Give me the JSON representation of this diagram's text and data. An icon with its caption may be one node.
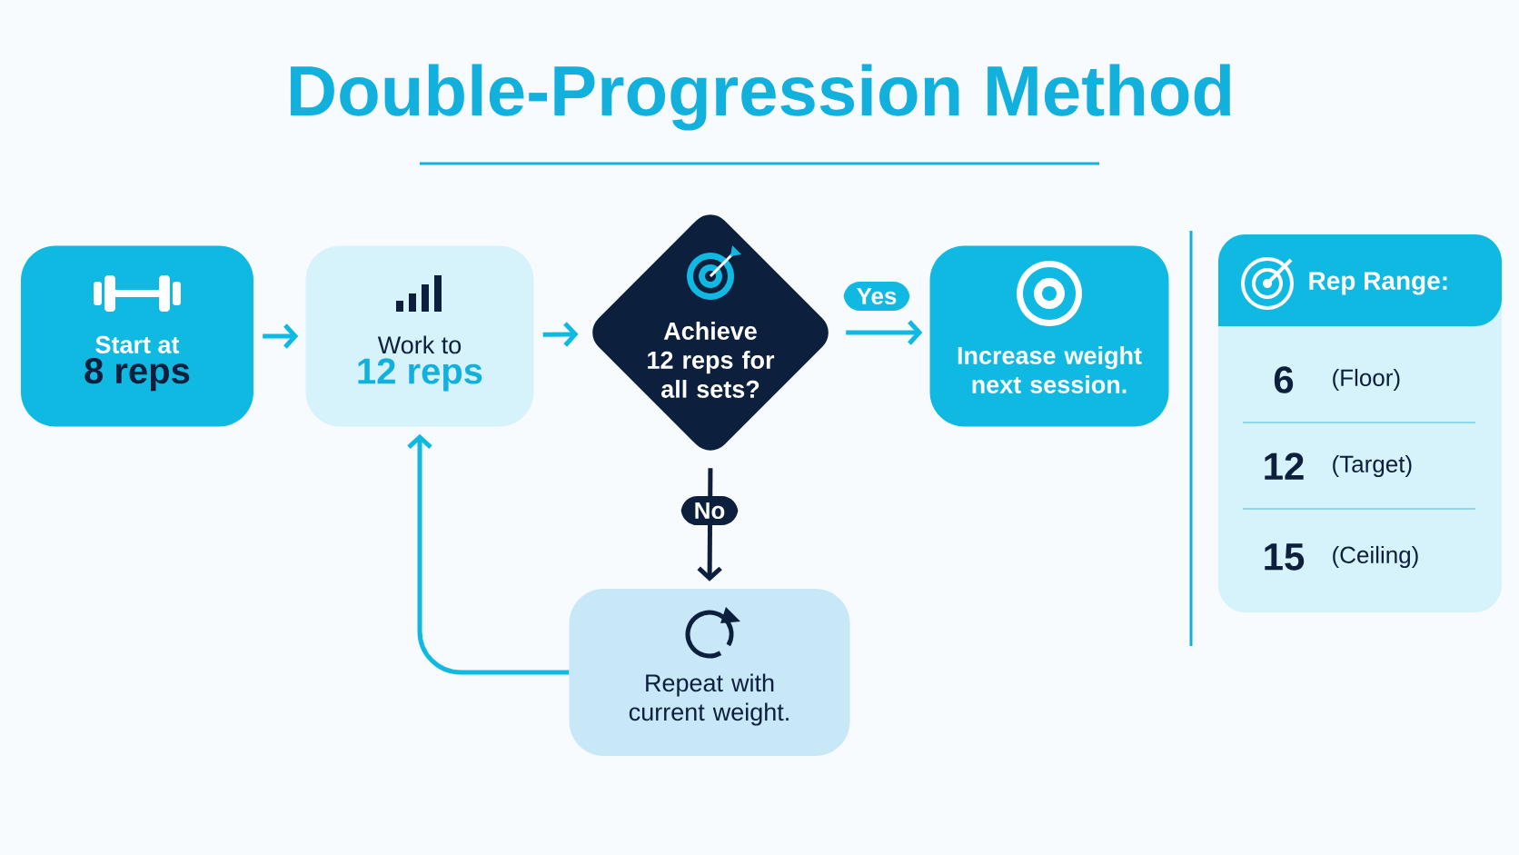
{
  "diagram": {
    "title": "Double-Progression Method",
    "nodes": [
      {
        "text": [
          "Start at",
          "8 reps"
        ]
      },
      {
        "text": [
          "Work to",
          "12 reps"
        ]
      },
      {
        "text": [
          "Achieve 12 reps for all sets?"
        ]
      },
      {
        "text": [
          "Increase weight next session."
        ]
      },
      {
        "text": [
          "Repeat with current weight."
        ]
      },
      {
        "text": [
          "Rep Range:"
        ]
      }
    ],
    "edges": [
      {
        "from": 0,
        "to": 1,
        "arrow": "to"
      },
      {
        "from": 1,
        "to": 2,
        "arrow": "to"
      },
      {
        "from": 2,
        "to": 3,
        "arrow": "to",
        "label": "Yes"
      },
      {
        "from": 2,
        "to": 4,
        "arrow": "to",
        "label": "No",
        "color": "#0c1f3d"
      },
      {
        "from": 4,
        "to": 1,
        "arrow": "to"
      }
    ],
    "labels": [
      "6",
      "(Floor)",
      "12",
      "(Target)",
      "15",
      "(Ceiling)"
    ]
  }
}
